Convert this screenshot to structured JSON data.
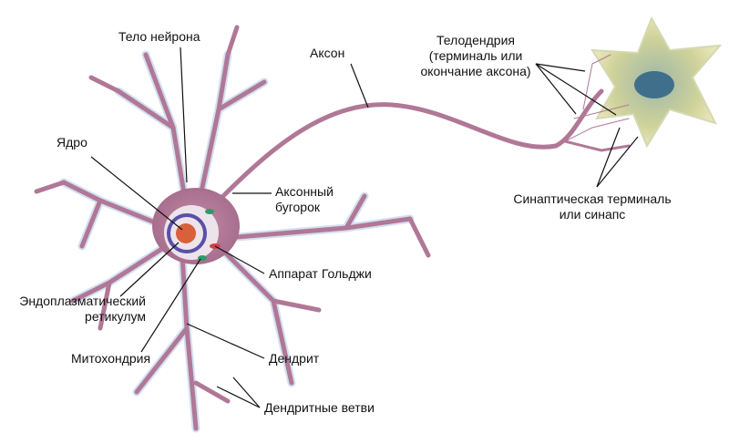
{
  "labels": {
    "cell_body": "Тело нейрона",
    "axon": "Аксон",
    "telodendria": [
      "Телодендрия",
      "(терминаль или",
      "окончание аксона)"
    ],
    "nucleus": "Ядро",
    "axon_hillock": [
      "Аксонный",
      "бугорок"
    ],
    "synaptic_terminal": [
      "Синаптическая терминаль",
      "или синапс"
    ],
    "golgi": "Аппарат Гольджи",
    "er": [
      "Эндоплазматический",
      "ретикулум"
    ],
    "mitochondrion": "Митохондрия",
    "dendrite": "Дендрит",
    "dendrite_branches": "Дендритные ветви"
  },
  "colors": {
    "neuron": "#b07896",
    "neuron_glow": "#b9cde6",
    "target_cell": "#c9cf9a",
    "nucleus": "#d9603a",
    "leader": "#111111"
  }
}
